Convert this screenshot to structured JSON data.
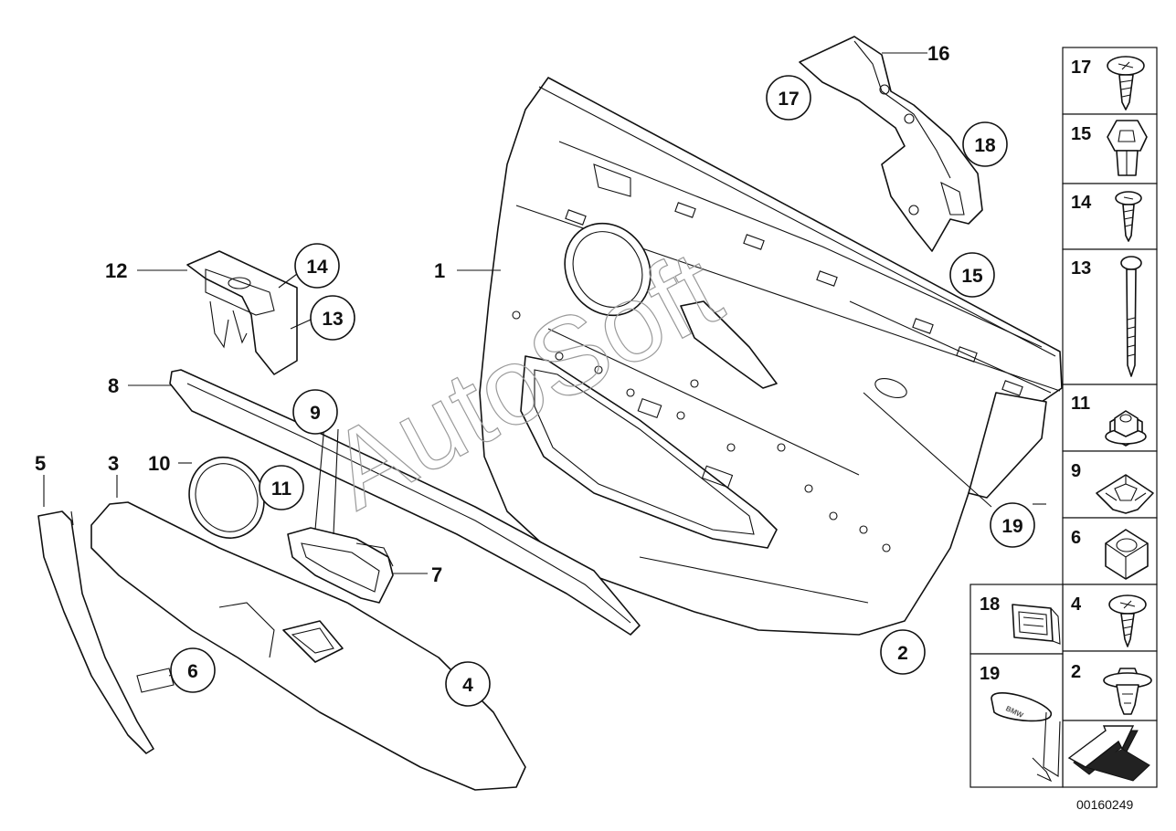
{
  "callouts": [
    {
      "id": "1",
      "text": "1"
    },
    {
      "id": "2",
      "text": "2"
    },
    {
      "id": "3",
      "text": "3"
    },
    {
      "id": "4",
      "text": "4"
    },
    {
      "id": "5",
      "text": "5"
    },
    {
      "id": "6",
      "text": "6"
    },
    {
      "id": "7",
      "text": "7"
    },
    {
      "id": "8",
      "text": "8"
    },
    {
      "id": "9",
      "text": "9"
    },
    {
      "id": "10",
      "text": "10"
    },
    {
      "id": "11",
      "text": "11"
    },
    {
      "id": "12",
      "text": "12"
    },
    {
      "id": "13",
      "text": "13"
    },
    {
      "id": "14",
      "text": "14"
    },
    {
      "id": "15",
      "text": "15"
    },
    {
      "id": "16",
      "text": "16"
    },
    {
      "id": "17",
      "text": "17"
    },
    {
      "id": "18",
      "text": "18"
    },
    {
      "id": "19",
      "text": "19"
    }
  ],
  "parts_list": [
    "17",
    "15",
    "14",
    "13",
    "11",
    "9",
    "6",
    "4",
    "2"
  ],
  "parts_left": [
    "18",
    "19"
  ],
  "watermark": "AutoSoft",
  "diagram_code": "00160249"
}
